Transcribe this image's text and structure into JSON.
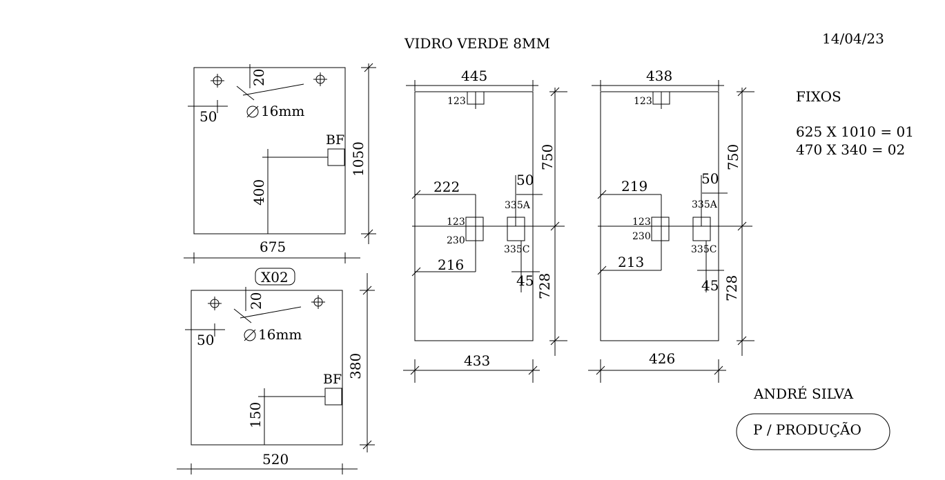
{
  "header": {
    "title": "VIDRO VERDE 8MM",
    "date": "14/04/23"
  },
  "notes": {
    "fixos_label": "FIXOS",
    "fixos_lines": [
      "625 X 1010 = 01",
      "470 X 340 = 02"
    ],
    "author": "ANDRÉ SILVA",
    "status": "P / PRODUÇÃO"
  },
  "fixed_panel_top": {
    "width": "675",
    "height": "1050",
    "offset_top": "20",
    "offset_left": "50",
    "hole": "16mm",
    "bf_label": "BF",
    "bf_height": "400"
  },
  "quantity_tag": "X02",
  "fixed_panel_bottom": {
    "width": "520",
    "height": "380",
    "offset_top": "20",
    "offset_left": "50",
    "hole": "16mm",
    "bf_label": "BF",
    "bf_height": "150"
  },
  "door_left": {
    "top_width": "445",
    "bottom_width": "433",
    "upper_height": "750",
    "lower_height": "728",
    "top_fitting": "123",
    "mid_fitting_a": "123",
    "mid_fitting_b": "230",
    "upper_dist": "222",
    "lower_dist": "216",
    "lock_top": "50",
    "lock_bottom": "45",
    "lock_a": "335A",
    "lock_c": "335C"
  },
  "door_right": {
    "top_width": "438",
    "bottom_width": "426",
    "upper_height": "750",
    "lower_height": "728",
    "top_fitting": "123",
    "mid_fitting_a": "123",
    "mid_fitting_b": "230",
    "upper_dist": "219",
    "lower_dist": "213",
    "lock_top": "50",
    "lock_bottom": "45",
    "lock_a": "335A",
    "lock_c": "335C"
  }
}
